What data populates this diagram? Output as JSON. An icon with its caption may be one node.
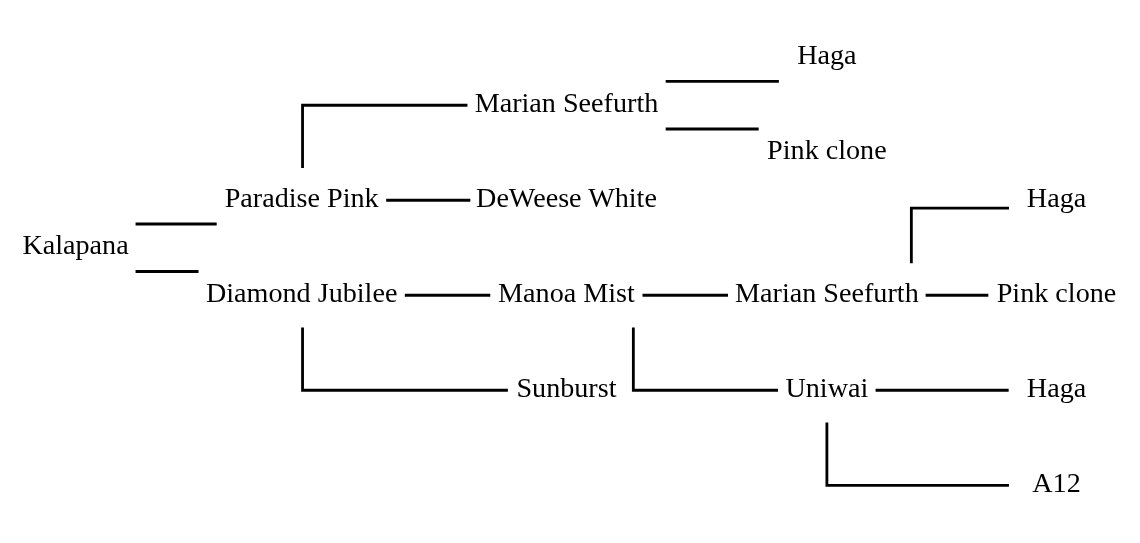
{
  "diagram": {
    "nodes": [
      {
        "text": [
          "Kalapana"
        ]
      },
      {
        "text": [
          "Paradise Pink"
        ]
      },
      {
        "text": [
          "Diamond Jubilee"
        ]
      },
      {
        "text": [
          "Marian Seefurth"
        ]
      },
      {
        "text": [
          "DeWeese White"
        ]
      },
      {
        "text": [
          "Haga"
        ]
      },
      {
        "text": [
          "Pink clone"
        ]
      },
      {
        "text": [
          "Manoa Mist"
        ]
      },
      {
        "text": [
          "Sunburst"
        ]
      },
      {
        "text": [
          "Marian Seefurth"
        ]
      },
      {
        "text": [
          "Uniwai"
        ]
      },
      {
        "text": [
          "Haga"
        ]
      },
      {
        "text": [
          "Pink clone"
        ]
      },
      {
        "text": [
          "Haga"
        ]
      },
      {
        "text": [
          "A12"
        ]
      }
    ],
    "edges": [
      {
        "from": 0,
        "to": 1,
        "arrow": "none"
      },
      {
        "from": 0,
        "to": 2,
        "arrow": "none"
      },
      {
        "from": 1,
        "to": 3,
        "arrow": "none"
      },
      {
        "from": 1,
        "to": 4,
        "arrow": "none"
      },
      {
        "from": 3,
        "to": 5,
        "arrow": "none"
      },
      {
        "from": 3,
        "to": 6,
        "arrow": "none"
      },
      {
        "from": 2,
        "to": 7,
        "arrow": "none"
      },
      {
        "from": 2,
        "to": 8,
        "arrow": "none"
      },
      {
        "from": 7,
        "to": 9,
        "arrow": "none"
      },
      {
        "from": 7,
        "to": 10,
        "arrow": "none"
      },
      {
        "from": 9,
        "to": 11,
        "arrow": "none"
      },
      {
        "from": 9,
        "to": 12,
        "arrow": "none"
      },
      {
        "from": 10,
        "to": 13,
        "arrow": "none"
      },
      {
        "from": 10,
        "to": 14,
        "arrow": "none"
      }
    ]
  }
}
